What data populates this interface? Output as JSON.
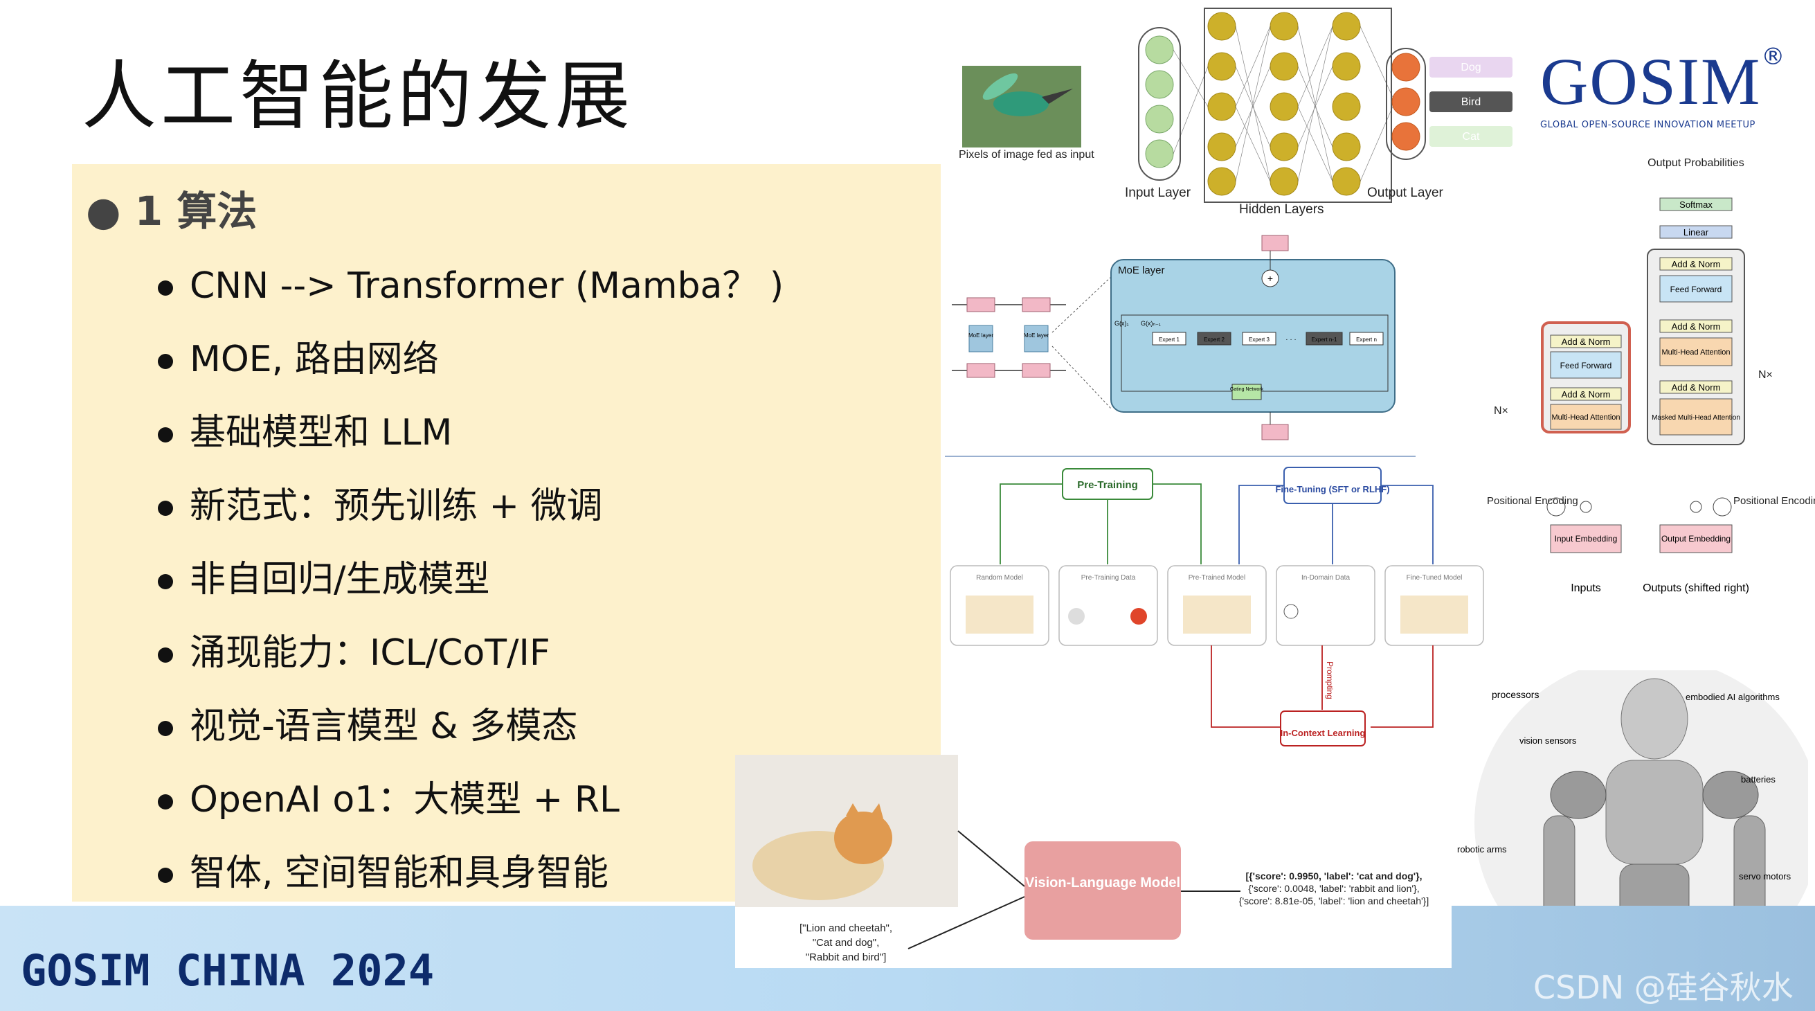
{
  "slide": {
    "title": "人工智能的发展",
    "level1": "● 1  算法",
    "bullets": [
      "CNN --> Transformer (Mamba？ )",
      "MOE, 路由网络",
      "基础模型和 LLM",
      "新范式：预先训练 + 微调",
      "非自回归/生成模型",
      "涌现能力：ICL/CoT/IF",
      "视觉-语言模型 & 多模态",
      "OpenAI o1：大模型 + RL",
      "智体, 空间智能和具身智能"
    ],
    "footer": "GOSIM CHINA 2024",
    "watermark": "CSDN @硅谷秋水"
  },
  "logo": {
    "name": "GOSIM",
    "reg": "®",
    "tagline": "GLOBAL OPEN-SOURCE INNOVATION MEETUP"
  },
  "nn_figure": {
    "caption": "Pixels of image fed as input",
    "input_label": "Input Layer",
    "hidden_label": "Hidden Layers",
    "output_label": "Output Layer",
    "classes": [
      "Dog",
      "Bird",
      "Cat"
    ]
  },
  "moe_figure": {
    "title": "MoE layer",
    "g1": "G(x)₁",
    "gn": "G(x)ₙ₋₁",
    "experts": [
      "Expert 1",
      "Expert 2",
      "Expert 3",
      "· · ·",
      "Expert n-1",
      "Expert n"
    ],
    "gating": "Gating Network",
    "small_moe": "MoE layer"
  },
  "pretrain_figure": {
    "pre_training": "Pre-Training",
    "fine_tuning": "Fine-Tuning (SFT or RLHF)",
    "boxes": [
      "Random Model",
      "Pre-Training Data",
      "Pre-Trained Model",
      "In-Domain Data",
      "Fine-Tuned Model"
    ],
    "prompting": "Prompting",
    "icl": "In-Context Learning"
  },
  "transformer_figure": {
    "output_probs": "Output Probabilities",
    "softmax": "Softmax",
    "linear": "Linear",
    "add_norm": "Add & Norm",
    "feed_forward": "Feed Forward",
    "mha": "Multi-Head Attention",
    "masked_mha": "Masked Multi-Head Attention",
    "nx": "N×",
    "pos_enc": "Positional Encoding",
    "input_emb": "Input Embedding",
    "output_emb": "Output Embedding",
    "inputs": "Inputs",
    "outputs": "Outputs (shifted right)"
  },
  "vlm_figure": {
    "model": "Vision-Language Model",
    "labels": [
      "[\"Lion and cheetah\",",
      "\"Cat and dog\",",
      "\"Rabbit and bird\"]"
    ],
    "scores": [
      "[{'score': 0.9950, 'label': 'cat and dog'},",
      "{'score': 0.0048, 'label': 'rabbit and lion'},",
      "{'score': 8.81e-05, 'label': 'lion and cheetah'}]"
    ]
  },
  "robot_figure": {
    "labels": [
      "processors",
      "embodied AI algorithms",
      "vision sensors",
      "batteries",
      "robotic arms",
      "servo motors"
    ]
  },
  "colors": {
    "panel": "#fdf1cc",
    "logo": "#1a3a8f",
    "footer_text": "#0d2b6b",
    "vlm_box": "#e8a0a0"
  }
}
